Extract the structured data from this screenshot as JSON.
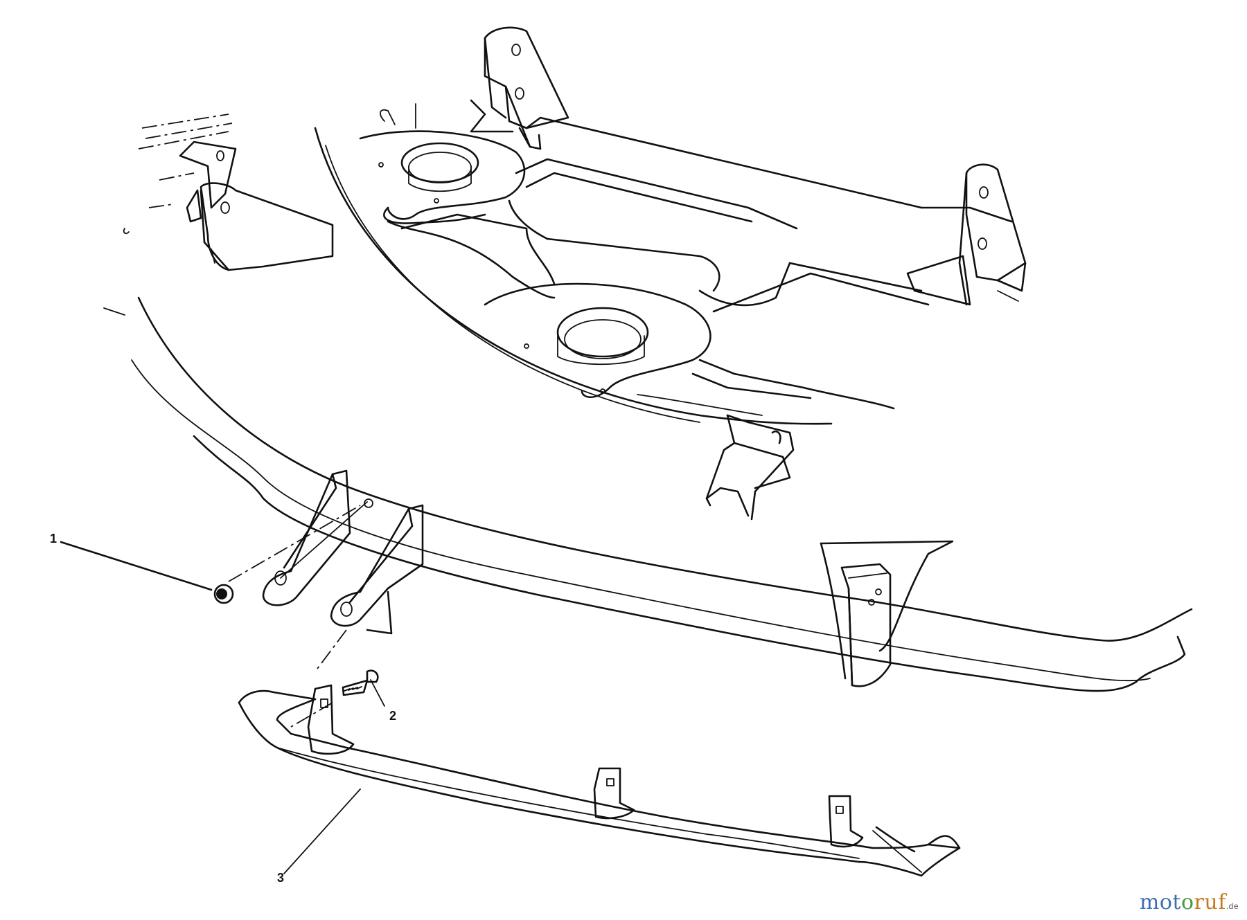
{
  "diagram": {
    "callouts": [
      {
        "id": "1",
        "label": "1"
      },
      {
        "id": "2",
        "label": "2"
      },
      {
        "id": "3",
        "label": "3"
      }
    ]
  },
  "watermark": {
    "part_a": "mot",
    "part_b": "o",
    "part_c": "ruf",
    "suffix": ".de",
    "colors": {
      "a": "#3b6fb3",
      "b": "#4a9a3a",
      "c": "#c47a1d"
    }
  }
}
